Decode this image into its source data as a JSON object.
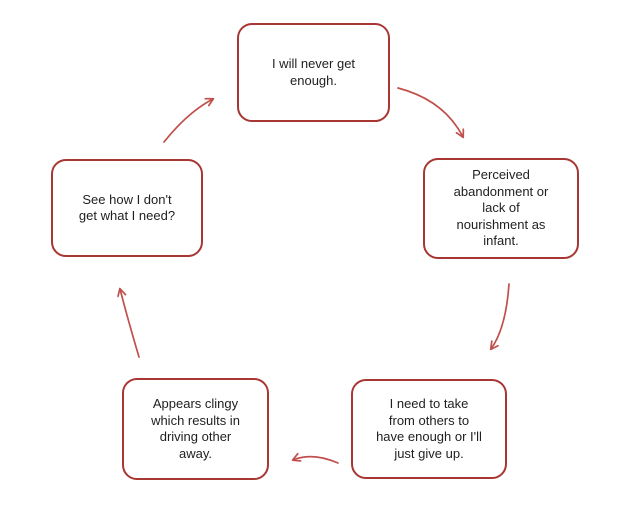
{
  "diagram": {
    "type": "cycle",
    "direction": "clockwise",
    "nodes": [
      {
        "id": "never-enough",
        "lines": [
          "I will never get",
          "enough."
        ]
      },
      {
        "id": "perceived-abandonment",
        "lines": [
          "Perceived",
          "abandonment or",
          "lack of",
          "nourishment as",
          "infant."
        ]
      },
      {
        "id": "take-from-others",
        "lines": [
          "I need to take",
          "from others to",
          "have enough or I'll",
          "just give up."
        ]
      },
      {
        "id": "appears-clingy",
        "lines": [
          "Appears clingy",
          "which results in",
          "driving other",
          "away."
        ]
      },
      {
        "id": "see-how",
        "lines": [
          "See how I don't",
          "get what I need?"
        ]
      }
    ],
    "edges": [
      {
        "from": "never-enough",
        "to": "perceived-abandonment"
      },
      {
        "from": "perceived-abandonment",
        "to": "take-from-others"
      },
      {
        "from": "take-from-others",
        "to": "appears-clingy"
      },
      {
        "from": "appears-clingy",
        "to": "see-how"
      },
      {
        "from": "see-how",
        "to": "never-enough"
      }
    ],
    "colors": {
      "box_border": "#a83734",
      "arrow": "#c0504d",
      "text": "#1f1f1f",
      "background": "#ffffff"
    }
  }
}
